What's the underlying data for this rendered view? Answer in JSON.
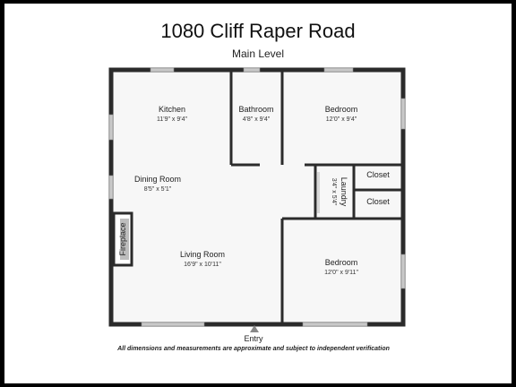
{
  "header": {
    "title": "1080 Cliff Raper Road",
    "subtitle": "Main Level"
  },
  "rooms": {
    "kitchen": {
      "name": "Kitchen",
      "dims": "11'9\" x 9'4\""
    },
    "bathroom": {
      "name": "Bathroom",
      "dims": "4'8\" x 9'4\""
    },
    "bedroom1": {
      "name": "Bedroom",
      "dims": "12'0\" x 9'4\""
    },
    "dining": {
      "name": "Dining Room",
      "dims": "8'5\" x 5'1\""
    },
    "laundry": {
      "name": "Laundry",
      "dims": "3'4\" x 5'4\""
    },
    "closet1": {
      "name": "Closet"
    },
    "closet2": {
      "name": "Closet"
    },
    "fireplace": {
      "name": "Fireplace"
    },
    "living": {
      "name": "Living Room",
      "dims": "16'9\" x 10'11\""
    },
    "bedroom2": {
      "name": "Bedroom",
      "dims": "12'0\" x 9'11\""
    }
  },
  "footer": {
    "entry": "Entry",
    "disclaimer": "All dimensions and measurements are approximate and subject to independent verification"
  },
  "colors": {
    "wall": "#2b2b2b",
    "floor": "#f7f7f7",
    "window": "#c9c9c9"
  }
}
